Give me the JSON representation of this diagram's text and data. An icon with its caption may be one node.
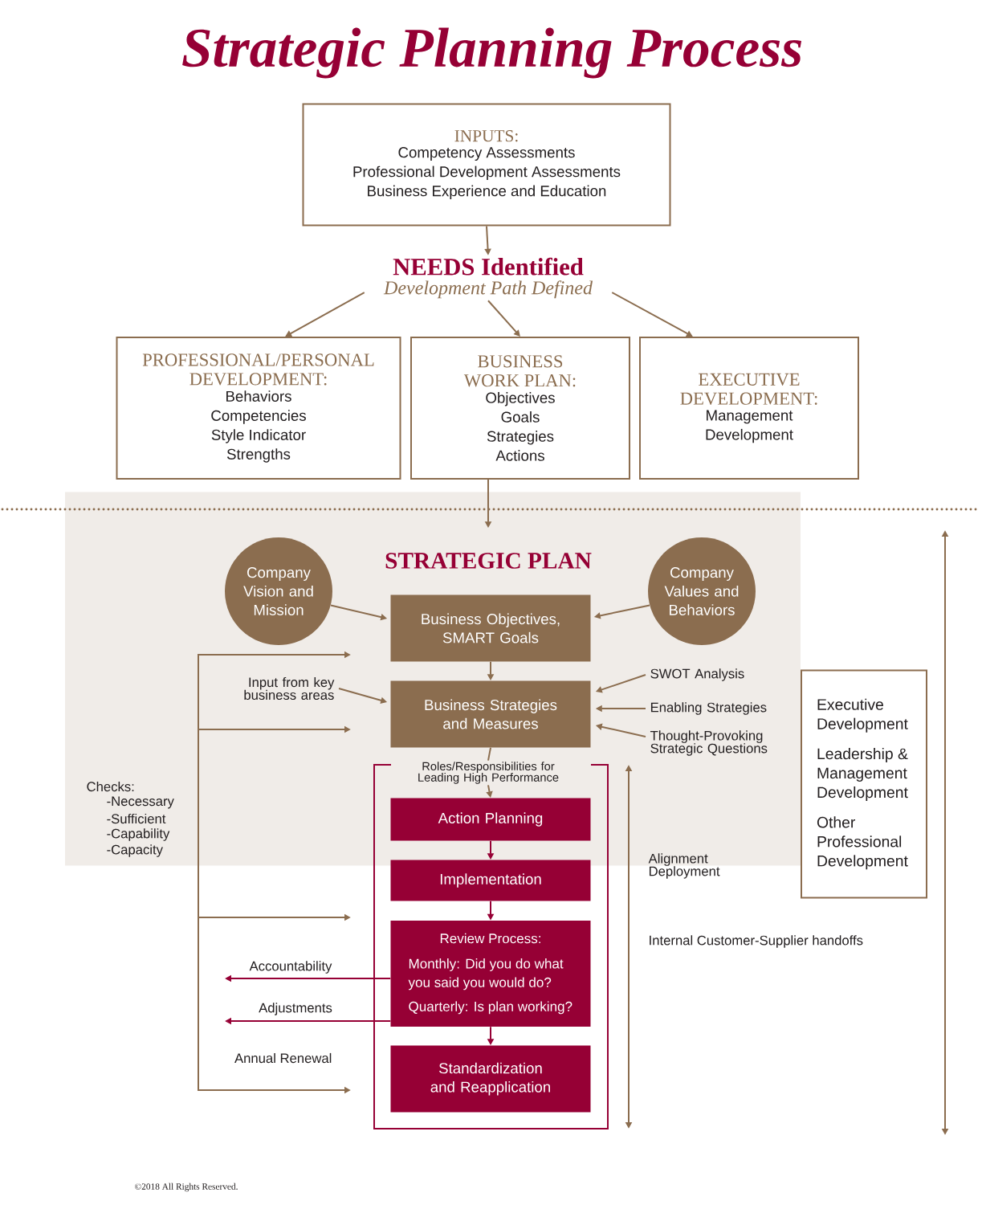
{
  "diagram": {
    "title": "Strategic Planning Process",
    "nodes": [
      {
        "text": [
          "INPUTS:",
          "Competency Assessments",
          "Professional Development Assessments",
          "Business Experience and Education"
        ]
      },
      {
        "text": [
          "NEEDS Identified",
          "Development Path Defined"
        ]
      },
      {
        "text": [
          "PROFESSIONAL/PERSONAL DEVELOPMENT:",
          "Behaviors",
          "Competencies",
          "Style Indicator",
          "Strengths"
        ]
      },
      {
        "text": [
          "BUSINESS WORK PLAN:",
          "Objectives",
          "Goals",
          "Strategies",
          "Actions"
        ]
      },
      {
        "text": [
          "EXECUTIVE DEVELOPMENT:",
          "Management Development"
        ]
      },
      {
        "text": [
          "STRATEGIC PLAN"
        ]
      },
      {
        "text": [
          "Company Vision and Mission"
        ],
        "in": 5
      },
      {
        "text": [
          "Company Values and Behaviors"
        ],
        "in": 5
      },
      {
        "text": [
          "Business Objectives, SMART Goals"
        ],
        "in": 5
      },
      {
        "text": [
          "Input from key business areas"
        ],
        "in": 5
      },
      {
        "text": [
          "Business Strategies and Measures"
        ],
        "in": 5
      },
      {
        "text": [
          "SWOT Analysis"
        ],
        "in": 5
      },
      {
        "text": [
          "Enabling Strategies"
        ],
        "in": 5
      },
      {
        "text": [
          "Thought-Provoking Strategic Questions"
        ],
        "in": 5
      },
      {
        "text": [],
        "shape": "box"
      },
      {
        "text": [
          "Roles/Responsibilities for Leading High Performance"
        ]
      },
      {
        "text": [
          "Action Planning"
        ]
      },
      {
        "text": [
          "Implementation"
        ],
        "in": 14
      },
      {
        "text": [
          "Review Process:",
          "Monthly: Did you do what you said you would do?",
          "Quarterly: Is plan working?"
        ],
        "in": 14
      },
      {
        "text": [
          "Standardization and Reapplication"
        ],
        "in": 14
      },
      {
        "text": [
          "Executive Development",
          "Leadership & Management Development",
          "Other Professional Development"
        ]
      }
    ],
    "edges": [
      {
        "from": 0,
        "to": 1,
        "arrow": "to"
      },
      {
        "from": 1,
        "to": 2,
        "arrow": "to"
      },
      {
        "from": 1,
        "to": 3,
        "arrow": "to"
      },
      {
        "from": 1,
        "to": 4,
        "arrow": "to"
      },
      {
        "from": 3,
        "to": 5,
        "arrow": "to"
      },
      {
        "from": 6,
        "to": 8,
        "arrow": "to"
      },
      {
        "from": 7,
        "to": 8,
        "arrow": "to"
      },
      {
        "from": 8,
        "to": 10,
        "arrow": "to"
      },
      {
        "from": 9,
        "to": 10,
        "arrow": "to"
      },
      {
        "from": 11,
        "to": 10,
        "arrow": "to"
      },
      {
        "from": 12,
        "to": 10,
        "arrow": "to"
      },
      {
        "from": 13,
        "to": 10,
        "arrow": "to"
      },
      {
        "from": 10,
        "to": 15,
        "arrow": "none"
      },
      {
        "from": 15,
        "to": 16,
        "arrow": "to"
      },
      {
        "from": 16,
        "to": 17,
        "arrow": "to",
        "color": "#960035"
      },
      {
        "from": 17,
        "to": 18,
        "arrow": "to",
        "color": "#960035"
      },
      {
        "from": 18,
        "to": 19,
        "arrow": "to",
        "color": "#960035"
      },
      {
        "from": 18,
        "to": null,
        "arrow": "to",
        "label": "Accountability",
        "color": "#960035"
      },
      {
        "from": 18,
        "to": null,
        "arrow": "to",
        "label": "Adjustments",
        "color": "#960035"
      }
    ],
    "labels": [
      "Checks:",
      "-Necessary",
      "-Sufficient",
      "-Capability",
      "-Capacity",
      "Alignment Deployment",
      "Internal Customer-Supplier handoffs",
      "Annual Renewal",
      "©2018 All Rights Reserved."
    ]
  }
}
